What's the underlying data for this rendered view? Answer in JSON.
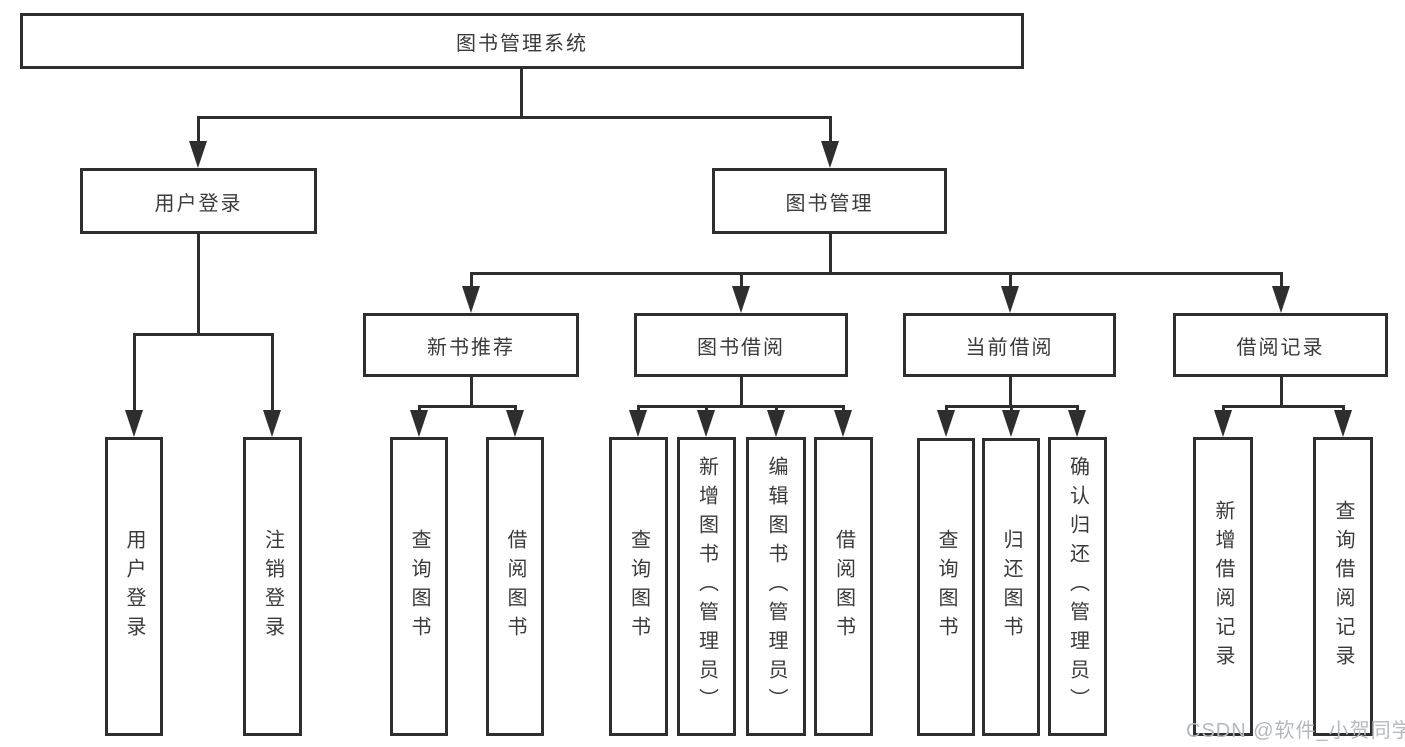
{
  "diagram": {
    "title": "图书管理系统",
    "level2": [
      {
        "label": "用户登录",
        "children": [
          "用户登录",
          "注销登录"
        ]
      },
      {
        "label": "图书管理"
      }
    ],
    "level3": [
      {
        "label": "新书推荐",
        "children": [
          "查询图书",
          "借阅图书"
        ]
      },
      {
        "label": "图书借阅",
        "children": [
          "查询图书",
          "新增图书（管理员）",
          "编辑图书（管理员）",
          "借阅图书"
        ]
      },
      {
        "label": "当前借阅",
        "children": [
          "查询图书",
          "归还图书",
          "确认归还（管理员）"
        ]
      },
      {
        "label": "借阅记录",
        "children": [
          "新增借阅记录",
          "查询借阅记录"
        ]
      }
    ]
  },
  "colors": {
    "line": "#2e2e2e",
    "box_border": "#2e2e2e",
    "text": "#3a3a3a",
    "watermark": "#b4b9be",
    "background": "#ffffff"
  },
  "watermark": {
    "text": "CSDN @软件_小贺同学"
  }
}
